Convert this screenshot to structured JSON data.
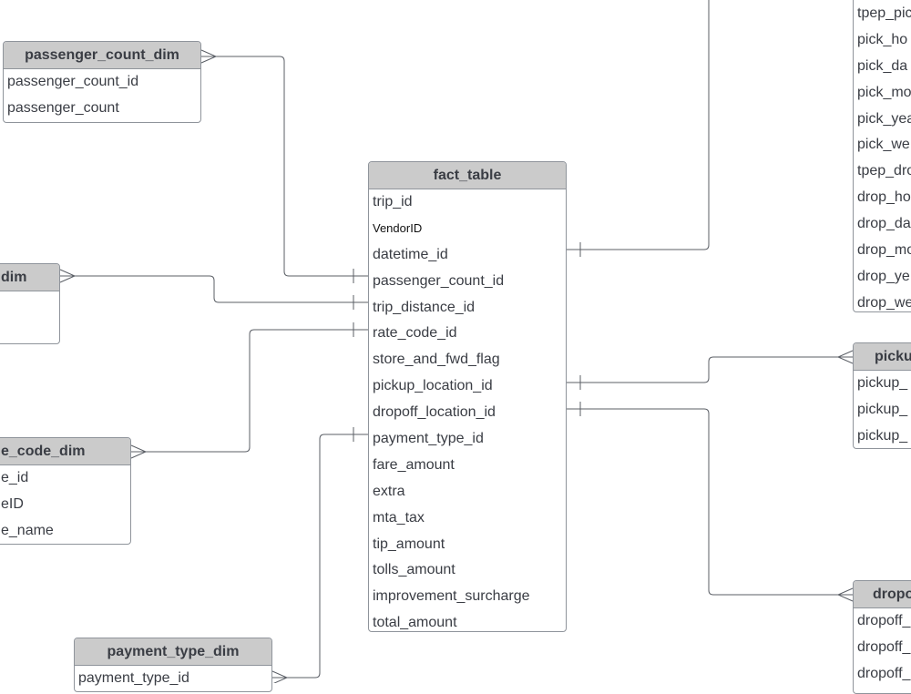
{
  "tables": {
    "passenger_count_dim": {
      "title": "passenger_count_dim",
      "fields": [
        "passenger_count_id",
        "passenger_count"
      ]
    },
    "trip_distance_dim": {
      "title": "dim",
      "fields": []
    },
    "rate_code_dim": {
      "title": "e_code_dim",
      "fields": [
        "e_id",
        "eID",
        "e_name"
      ]
    },
    "payment_type_dim": {
      "title": "payment_type_dim",
      "fields": [
        "payment_type_id"
      ]
    },
    "fact_table": {
      "title": "fact_table",
      "fields": [
        "trip_id",
        "VendorID",
        "datetime_id",
        "passenger_count_id",
        "trip_distance_id",
        "rate_code_id",
        "store_and_fwd_flag",
        "pickup_location_id",
        "dropoff_location_id",
        "payment_type_id",
        "fare_amount",
        "extra",
        "mta_tax",
        "tip_amount",
        "tolls_amount",
        "improvement_surcharge",
        "total_amount"
      ]
    },
    "datetime_dim": {
      "title": "",
      "fields": [
        "tpep_pic",
        "pick_ho",
        "pick_da",
        "pick_mo",
        "pick_yea",
        "pick_we",
        "tpep_dro",
        "drop_ho",
        "drop_da",
        "drop_mo",
        "drop_ye",
        "drop_we"
      ]
    },
    "pickup_location_dim": {
      "title": "picku",
      "fields": [
        "pickup_",
        "pickup_",
        "pickup_"
      ]
    },
    "dropoff_location_dim": {
      "title": "dropo",
      "fields": [
        "dropoff_",
        "dropoff_",
        "dropoff_"
      ]
    }
  },
  "colors": {
    "header_bg": "#cbcbcb",
    "border": "#8f949b",
    "connector": "#5b5f66",
    "text": "#3a3d44"
  }
}
